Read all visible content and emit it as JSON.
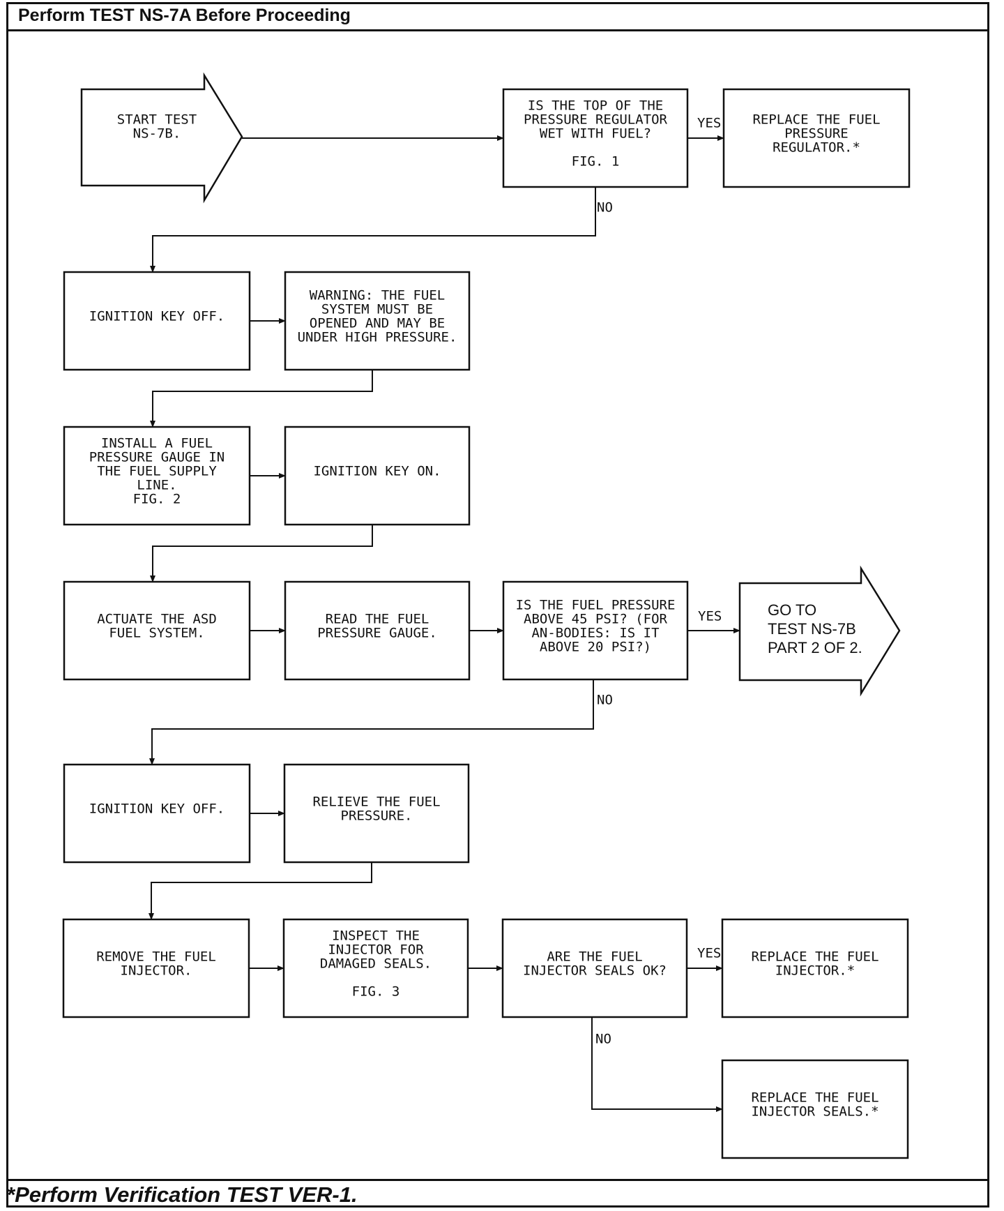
{
  "header": {
    "title": "Perform TEST NS-7A Before Proceeding"
  },
  "footer": {
    "note": "*Perform Verification TEST VER-1."
  },
  "nodes": {
    "start": [
      "START TEST",
      "NS-7B."
    ],
    "q_regulator": [
      "IS THE TOP OF THE",
      "PRESSURE REGULATOR",
      "WET WITH FUEL?",
      "",
      "FIG. 1"
    ],
    "replace_regulator": [
      "REPLACE THE FUEL",
      "PRESSURE",
      "REGULATOR.*"
    ],
    "key_off_1": [
      "IGNITION KEY OFF."
    ],
    "warning": [
      "WARNING: THE FUEL",
      "SYSTEM MUST BE",
      "OPENED AND MAY BE",
      "UNDER HIGH PRESSURE."
    ],
    "install_gauge": [
      "INSTALL A FUEL",
      "PRESSURE GAUGE IN",
      "THE FUEL SUPPLY",
      "LINE.",
      "FIG. 2"
    ],
    "key_on": [
      "IGNITION KEY ON."
    ],
    "actuate": [
      "ACTUATE THE ASD",
      "FUEL SYSTEM."
    ],
    "read_gauge": [
      "READ THE FUEL",
      "PRESSURE GAUGE."
    ],
    "q_pressure": [
      "IS THE FUEL PRESSURE",
      "ABOVE 45 PSI? (FOR",
      "AN-BODIES: IS IT",
      "ABOVE 20 PSI?)"
    ],
    "goto": [
      "GO TO",
      "TEST NS-7B",
      "PART 2 OF 2."
    ],
    "key_off_2": [
      "IGNITION KEY OFF."
    ],
    "relieve": [
      "RELIEVE THE FUEL",
      "PRESSURE."
    ],
    "remove_injector": [
      "REMOVE THE FUEL",
      "INJECTOR."
    ],
    "inspect": [
      "INSPECT THE",
      "INJECTOR FOR",
      "DAMAGED SEALS.",
      "",
      "FIG. 3"
    ],
    "q_seals": [
      "ARE THE FUEL",
      "INJECTOR SEALS OK?"
    ],
    "replace_injector": [
      "REPLACE THE FUEL",
      "INJECTOR.*"
    ],
    "replace_seals": [
      "REPLACE THE FUEL",
      "INJECTOR SEALS.*"
    ]
  },
  "edge_labels": {
    "yes": "YES",
    "no": "NO"
  }
}
